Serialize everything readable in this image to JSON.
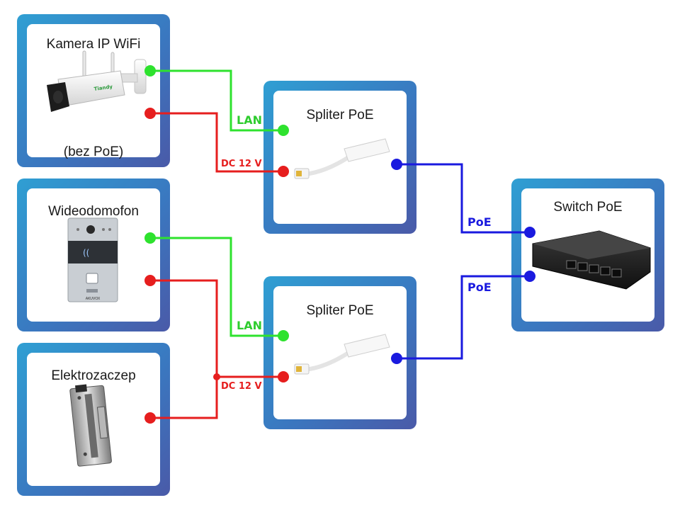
{
  "devices": {
    "camera": {
      "title": "Kamera IP WiFi",
      "subtitle": "(bez PoE)",
      "icon": "wifi-bullet-camera-icon",
      "brand": "Tiandy"
    },
    "intercom": {
      "title": "Wideodomofon",
      "icon": "video-intercom-icon",
      "brand": "AKUVOX"
    },
    "lock": {
      "title": "Elektrozaczep",
      "icon": "electric-strike-lock-icon"
    },
    "splitter_top": {
      "title": "Spliter PoE",
      "icon": "poe-splitter-icon"
    },
    "splitter_bottom": {
      "title": "Spliter PoE",
      "icon": "poe-splitter-icon"
    },
    "switch": {
      "title": "Switch PoE",
      "icon": "poe-switch-icon"
    }
  },
  "wires": {
    "lan_top": "LAN",
    "dc_top": "DC 12 V",
    "lan_bottom": "LAN",
    "dc_bottom": "DC 12 V",
    "poe_top": "PoE",
    "poe_bottom": "PoE"
  },
  "colors": {
    "lan": "#2ecc2e",
    "dc": "#e61e1e",
    "poe": "#1a1adf",
    "panel_gradient_start": "#2f9fd3",
    "panel_gradient_end": "#4a5aa8"
  }
}
